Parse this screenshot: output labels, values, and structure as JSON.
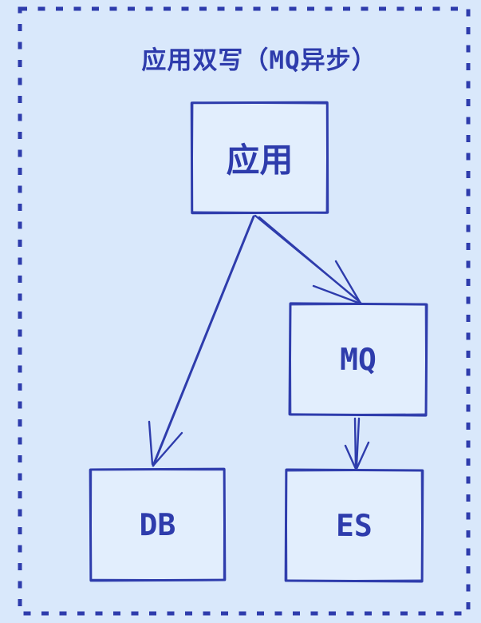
{
  "theme": {
    "background_color": "#d9e8fb",
    "ink_color": "#2e3cac",
    "box_fill_color": "#e2eefd"
  },
  "diagram": {
    "title": "应用双写（MQ异步）",
    "style": "hand-drawn sketch, dashed outer frame",
    "nodes": [
      {
        "id": "app",
        "label": "应用"
      },
      {
        "id": "mq",
        "label": "MQ"
      },
      {
        "id": "db",
        "label": "DB"
      },
      {
        "id": "es",
        "label": "ES"
      }
    ],
    "edges": [
      {
        "from": "app",
        "to": "db",
        "type": "arrow"
      },
      {
        "from": "app",
        "to": "mq",
        "type": "arrow"
      },
      {
        "from": "mq",
        "to": "es",
        "type": "arrow"
      }
    ]
  }
}
